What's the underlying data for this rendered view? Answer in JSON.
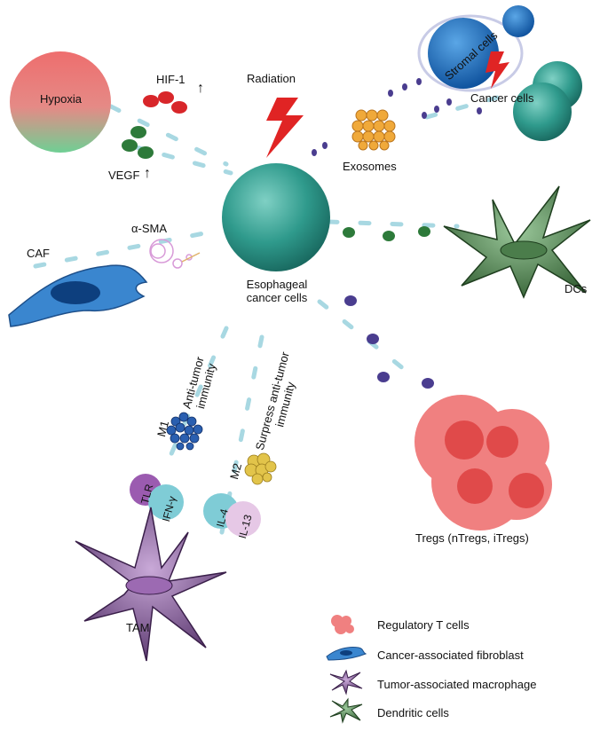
{
  "labels": {
    "hypoxia": "Hypoxia",
    "hif1": "HIF-1",
    "vegf": "VEGF",
    "radiation": "Radiation",
    "stromal_cells": "Stromal cells",
    "cancer_cells": "Cancer cells",
    "exosomes": "Exosomes",
    "alpha_sma": "α-SMA",
    "caf": "CAF",
    "center_cell": "Esophageal cancer cells",
    "dcs": "DCs",
    "anti_tumor": "Anti-tumor immunity",
    "suppress_anti_tumor": "Surpress anti-tumor immunity",
    "m1": "M1",
    "m2": "M2",
    "tlr": "TLR",
    "ifn": "IFN-γ",
    "il4": "IL-4",
    "il13": "IL-13",
    "tam": "TAM",
    "tregs": "Tregs (nTregs, iTregs)",
    "up_arrow": "↑"
  },
  "legend": [
    {
      "icon": "treg-cluster-icon",
      "label": "Regulatory T cells"
    },
    {
      "icon": "fibroblast-icon",
      "label": "Cancer-associated fibroblast"
    },
    {
      "icon": "macrophage-icon",
      "label": "Tumor-associated macrophage"
    },
    {
      "icon": "dendritic-cell-icon",
      "label": "Dendritic cells"
    }
  ],
  "colors": {
    "teal": "#2f9a8c",
    "red": "#d8262a",
    "green": "#2d7a3a",
    "purple": "#4a3d8f",
    "treg": "#ee7070",
    "dash": "#a8d8e2"
  }
}
